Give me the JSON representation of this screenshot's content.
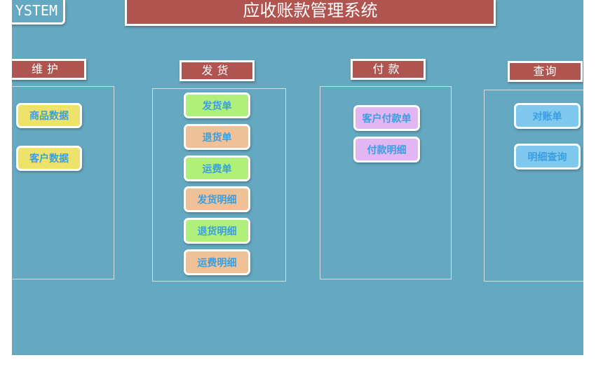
{
  "header": {
    "system_label": "YSTEM",
    "title": "应收账款管理系统"
  },
  "colors": {
    "background": "#65a8c1",
    "header_red": "#b05450",
    "yellow": "#eee36a",
    "green": "#aef07a",
    "orange": "#f0c197",
    "purple": "#e2b6f2",
    "blue": "#80c9ee",
    "button_text": "#3a9ee0"
  },
  "sections": [
    {
      "label": "维护",
      "buttons": [
        "商品数据",
        "客户数据"
      ]
    },
    {
      "label": "发货",
      "buttons": [
        "发货单",
        "退货单",
        "运费单",
        "发货明细",
        "退货明细",
        "运费明细"
      ]
    },
    {
      "label": "付款",
      "buttons": [
        "客户付款单",
        "付款明细"
      ]
    },
    {
      "label": "查询",
      "buttons": [
        "对账单",
        "明细查询"
      ]
    }
  ]
}
